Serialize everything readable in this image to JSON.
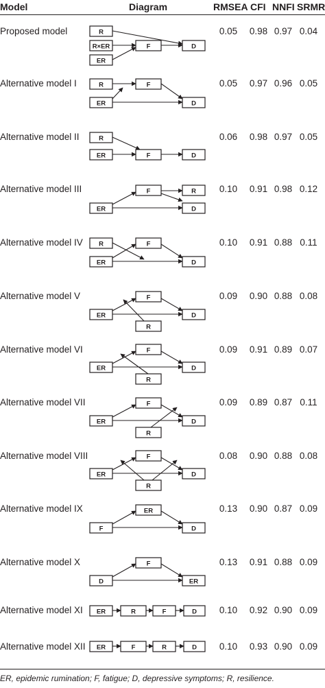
{
  "headers": {
    "model": "Model",
    "diagram": "Diagram",
    "rmsea": "RMSEA",
    "cfi": "CFI",
    "nnfi": "NNFI",
    "srmr": "SRMR"
  },
  "rows": [
    {
      "name": "Proposed model",
      "rmsea": "0.05",
      "cfi": "0.98",
      "nnfi": "0.97",
      "srmr": "0.04",
      "nodes": [
        "R",
        "R×ER",
        "ER",
        "F",
        "D"
      ]
    },
    {
      "name": "Alternative model I",
      "rmsea": "0.05",
      "cfi": "0.97",
      "nnfi": "0.96",
      "srmr": "0.05",
      "nodes": [
        "R",
        "F",
        "ER",
        "D"
      ]
    },
    {
      "name": "Alternative model II",
      "rmsea": "0.06",
      "cfi": "0.98",
      "nnfi": "0.97",
      "srmr": "0.05",
      "nodes": [
        "R",
        "ER",
        "F",
        "D"
      ]
    },
    {
      "name": "Alternative model III",
      "rmsea": "0.10",
      "cfi": "0.91",
      "nnfi": "0.98",
      "srmr": "0.12",
      "nodes": [
        "F",
        "R",
        "ER",
        "D"
      ]
    },
    {
      "name": "Alternative model IV",
      "rmsea": "0.10",
      "cfi": "0.91",
      "nnfi": "0.88",
      "srmr": "0.11",
      "nodes": [
        "R",
        "F",
        "ER",
        "D"
      ]
    },
    {
      "name": "Alternative model V",
      "rmsea": "0.09",
      "cfi": "0.90",
      "nnfi": "0.88",
      "srmr": "0.08",
      "nodes": [
        "F",
        "ER",
        "D",
        "R"
      ]
    },
    {
      "name": "Alternative model VI",
      "rmsea": "0.09",
      "cfi": "0.91",
      "nnfi": "0.89",
      "srmr": "0.07",
      "nodes": [
        "F",
        "ER",
        "D",
        "R"
      ]
    },
    {
      "name": "Alternative model VII",
      "rmsea": "0.09",
      "cfi": "0.89",
      "nnfi": "0.87",
      "srmr": "0.11",
      "nodes": [
        "F",
        "ER",
        "D",
        "R"
      ]
    },
    {
      "name": "Alternative model VIII",
      "rmsea": "0.08",
      "cfi": "0.90",
      "nnfi": "0.88",
      "srmr": "0.08",
      "nodes": [
        "F",
        "ER",
        "D",
        "R"
      ]
    },
    {
      "name": "Alternative model IX",
      "rmsea": "0.13",
      "cfi": "0.90",
      "nnfi": "0.87",
      "srmr": "0.09",
      "nodes": [
        "ER",
        "F",
        "D"
      ]
    },
    {
      "name": "Alternative model X",
      "rmsea": "0.13",
      "cfi": "0.91",
      "nnfi": "0.88",
      "srmr": "0.09",
      "nodes": [
        "F",
        "D",
        "ER"
      ]
    },
    {
      "name": "Alternative model XI",
      "rmsea": "0.10",
      "cfi": "0.92",
      "nnfi": "0.90",
      "srmr": "0.09",
      "nodes": [
        "ER",
        "R",
        "F",
        "D"
      ]
    },
    {
      "name": "Alternative model XII",
      "rmsea": "0.10",
      "cfi": "0.93",
      "nnfi": "0.90",
      "srmr": "0.09",
      "nodes": [
        "ER",
        "F",
        "R",
        "D"
      ]
    }
  ],
  "footnote": "ER, epidemic rumination; F, fatigue; D, depressive symptoms; R, resilience."
}
